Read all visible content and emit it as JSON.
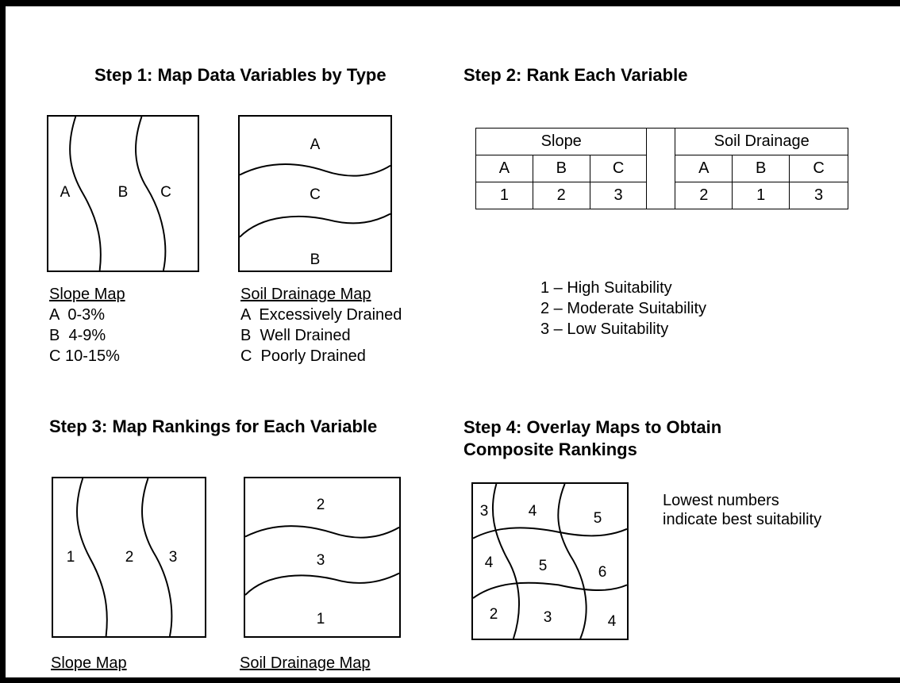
{
  "step1": {
    "heading": "Step 1: Map Data Variables by Type",
    "slope_map": {
      "zones": [
        "A",
        "B",
        "C"
      ]
    },
    "drainage_map": {
      "zones": [
        "A",
        "C",
        "B"
      ]
    },
    "slope_legend": {
      "title": "Slope Map",
      "items": [
        "A  0-3%",
        "B  4-9%",
        "C 10-15%"
      ]
    },
    "drainage_legend": {
      "title": "Soil Drainage Map",
      "items": [
        "A  Excessively Drained",
        "B  Well Drained",
        "C  Poorly Drained"
      ]
    }
  },
  "step2": {
    "heading": "Step 2: Rank Each Variable",
    "table": {
      "slope_header": "Slope",
      "drainage_header": "Soil Drainage",
      "slope_classes": [
        "A",
        "B",
        "C"
      ],
      "slope_ranks": [
        "1",
        "2",
        "3"
      ],
      "drainage_classes": [
        "A",
        "B",
        "C"
      ],
      "drainage_ranks": [
        "2",
        "1",
        "3"
      ]
    },
    "key": [
      "1 – High Suitability",
      "2 – Moderate Suitability",
      "3 – Low Suitability"
    ]
  },
  "step3": {
    "heading": "Step 3: Map Rankings for Each Variable",
    "slope_map": {
      "zones": [
        "1",
        "2",
        "3"
      ],
      "title": "Slope Map"
    },
    "drainage_map": {
      "zones": [
        "2",
        "3",
        "1"
      ],
      "title": "Soil Drainage Map"
    }
  },
  "step4": {
    "heading_line1": "Step 4: Overlay Maps to Obtain",
    "heading_line2": "Composite Rankings",
    "composite_values": [
      "3",
      "4",
      "5",
      "4",
      "5",
      "6",
      "2",
      "3",
      "4"
    ],
    "note_line1": "Lowest numbers",
    "note_line2": "indicate best suitability"
  }
}
